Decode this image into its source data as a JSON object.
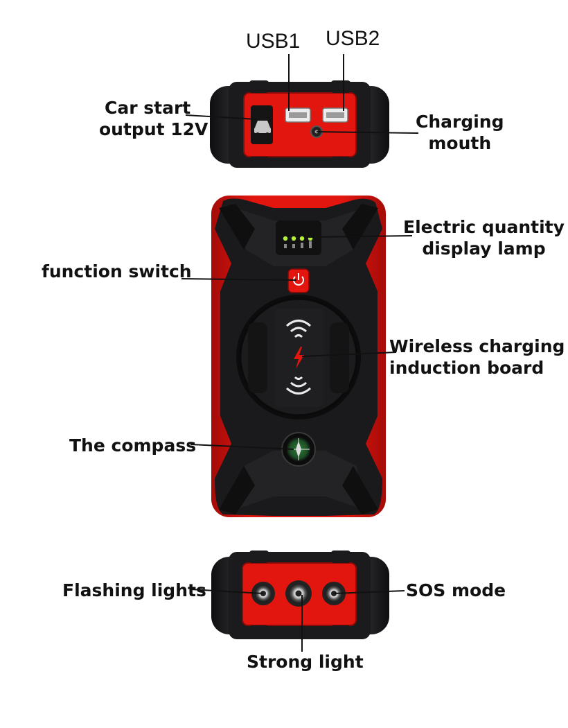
{
  "labels": {
    "usb1": "USB1",
    "usb2": "USB2",
    "car_start_line1": "Car start",
    "car_start_line2": "output 12V",
    "charging_line1": "Charging",
    "charging_line2": "mouth",
    "electric_line1": "Electric quantity",
    "electric_line2": "display lamp",
    "function_switch": "function switch",
    "wireless_line1": "Wireless charging",
    "wireless_line2": "induction board",
    "compass": "The compass",
    "flashing_lights": "Flashing lights",
    "sos_mode": "SOS mode",
    "strong_light": "Strong light"
  },
  "colors": {
    "body_red": "#e0140f",
    "dark_red": "#9c0a08",
    "shell_black": "#1c1c1e",
    "panel_black": "#101012",
    "led_green": "#b8f03a",
    "leader_line": "#111111"
  },
  "icons": [
    "car-icon",
    "power-icon",
    "wireless-charging-icon",
    "compass-icon",
    "led-lamp-icon"
  ]
}
